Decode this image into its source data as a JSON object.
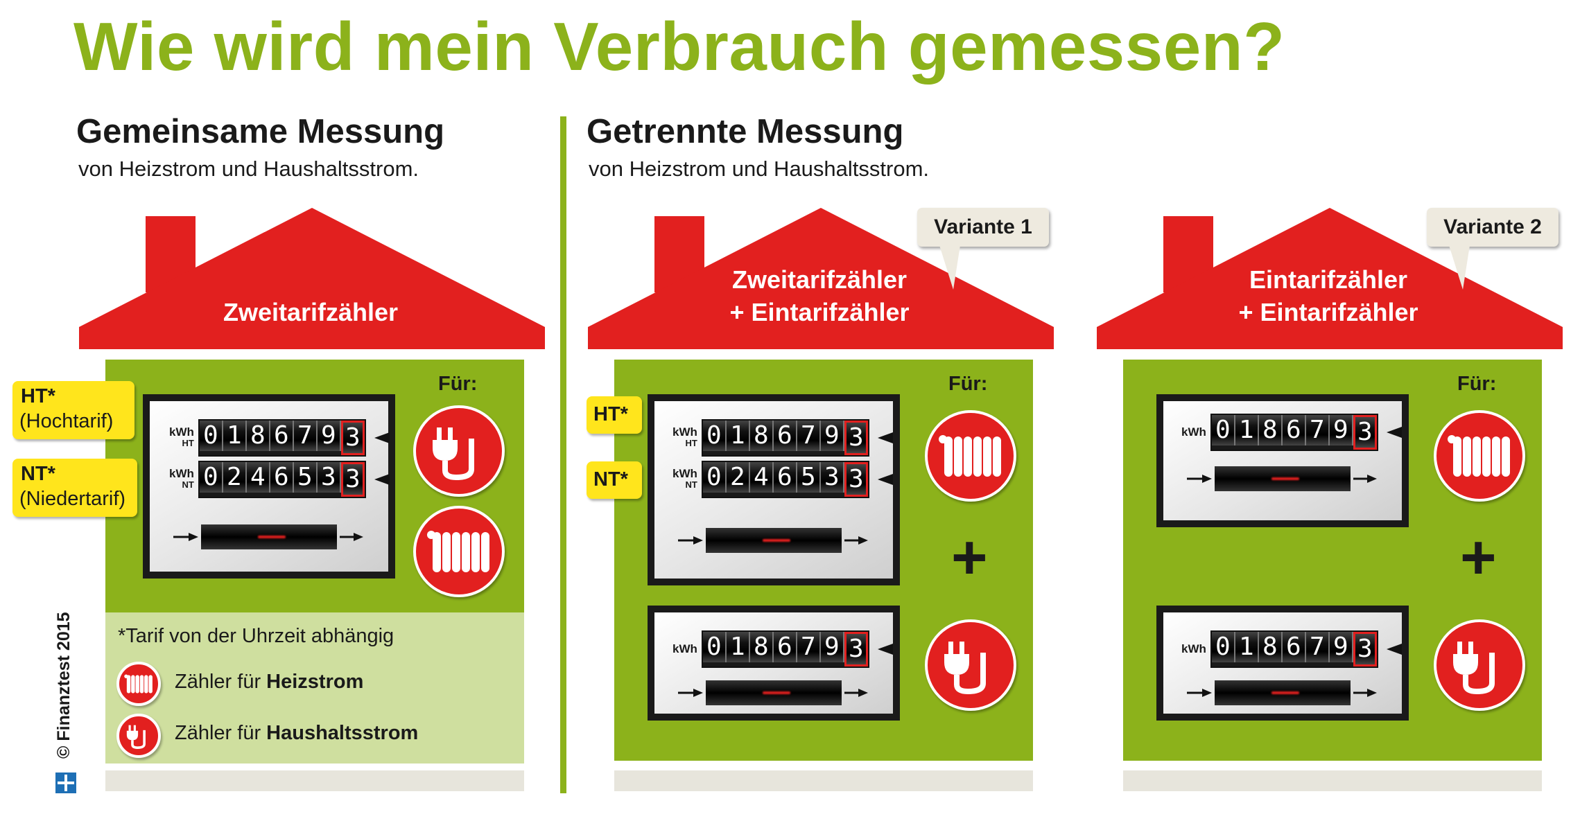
{
  "title": "Wie wird mein Verbrauch gemessen?",
  "left_section": {
    "title": "Gemeinsame Messung",
    "subtitle": "von Heizstrom und Haushaltsstrom.",
    "roof_label": "Zweitarifzähler",
    "fuer_label": "Für:",
    "ht_callout": {
      "label": "HT*",
      "desc": "(Hochtarif)"
    },
    "nt_callout": {
      "label": "NT*",
      "desc": "(Niedertarif)"
    },
    "meter": {
      "registers": [
        {
          "unit": "kWh",
          "sub": "HT",
          "digits": [
            "0",
            "1",
            "8",
            "6",
            "7",
            "9",
            "3"
          ]
        },
        {
          "unit": "kWh",
          "sub": "NT",
          "digits": [
            "0",
            "2",
            "4",
            "6",
            "5",
            "3",
            "3"
          ]
        }
      ]
    },
    "legend": {
      "footnote": "*Tarif von der Uhrzeit abhängig",
      "heat_prefix": "Zähler für",
      "heat_bold": "Heizstrom",
      "house_prefix": "Zähler für",
      "house_bold": "Haushaltsstrom"
    }
  },
  "right_section": {
    "title": "Getrennte Messung",
    "subtitle": "von Heizstrom und Haushaltsstrom."
  },
  "variant1": {
    "badge": "Variante 1",
    "roof_line1": "Zweitarifzähler",
    "roof_line2": "+ Eintarifzähler",
    "fuer_label": "Für:",
    "ht_callout": "HT*",
    "nt_callout": "NT*",
    "plus": "+",
    "meter_top": {
      "registers": [
        {
          "unit": "kWh",
          "sub": "HT",
          "digits": [
            "0",
            "1",
            "8",
            "6",
            "7",
            "9",
            "3"
          ]
        },
        {
          "unit": "kWh",
          "sub": "NT",
          "digits": [
            "0",
            "2",
            "4",
            "6",
            "5",
            "3",
            "3"
          ]
        }
      ]
    },
    "meter_bottom": {
      "unit": "kWh",
      "digits": [
        "0",
        "1",
        "8",
        "6",
        "7",
        "9",
        "3"
      ]
    }
  },
  "variant2": {
    "badge": "Variante 2",
    "roof_line1": "Eintarifzähler",
    "roof_line2": "+ Eintarifzähler",
    "fuer_label": "Für:",
    "plus": "+",
    "meter_top": {
      "unit": "kWh",
      "digits": [
        "0",
        "1",
        "8",
        "6",
        "7",
        "9",
        "3"
      ]
    },
    "meter_bottom": {
      "unit": "kWh",
      "digits": [
        "0",
        "1",
        "8",
        "6",
        "7",
        "9",
        "3"
      ]
    }
  },
  "copyright": "© Finanztest 2015",
  "colors": {
    "green": "#8cb21b",
    "red": "#e2201f",
    "yellow": "#ffe51c",
    "light_green": "#cfdf9f",
    "grey": "#e7e5dc"
  },
  "icons": [
    "plug-icon",
    "radiator-icon"
  ]
}
